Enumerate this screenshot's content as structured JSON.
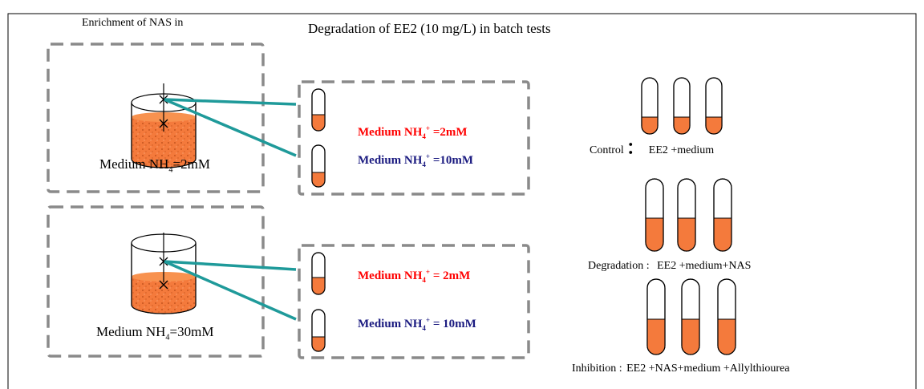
{
  "panel_title_left": "Enrichment of NAS in",
  "panel_title_center": "Degradation of EE2 (10 mg/L) in batch tests",
  "reactors": [
    {
      "medium_prefix": "Medium NH",
      "medium_sub": "4",
      "medium_suffix": "=2mM",
      "conditions": [
        {
          "prefix": "Medium NH",
          "sub": "4",
          "sup": "+",
          "suffix": " =2mM"
        },
        {
          "prefix": "Medium NH",
          "sub": "4",
          "sup": "+",
          "suffix": " =10mM"
        }
      ]
    },
    {
      "medium_prefix": "Medium NH",
      "medium_sub": "4",
      "medium_suffix": "=30mM",
      "conditions": [
        {
          "prefix": "Medium NH",
          "sub": "4",
          "sup": "+",
          "suffix": " = 2mM"
        },
        {
          "prefix": "Medium NH",
          "sub": "4",
          "sup": "+",
          "suffix": " = 10mM"
        }
      ]
    }
  ],
  "legend": {
    "control": {
      "label": "Control",
      "colon": "：",
      "text": "EE2 +medium"
    },
    "degradation": {
      "label": "Degradation :",
      "text": "EE2 +medium+NAS"
    },
    "inhibition": {
      "label": "Inhibition :",
      "text": "EE2 +NAS+medium +Allylthiourea"
    }
  },
  "colors": {
    "liquid": "#f47a3c",
    "line": "#1f9a9a",
    "dash": "#808080",
    "red_text": "#ff0000",
    "navy_text": "#1a1a80"
  }
}
